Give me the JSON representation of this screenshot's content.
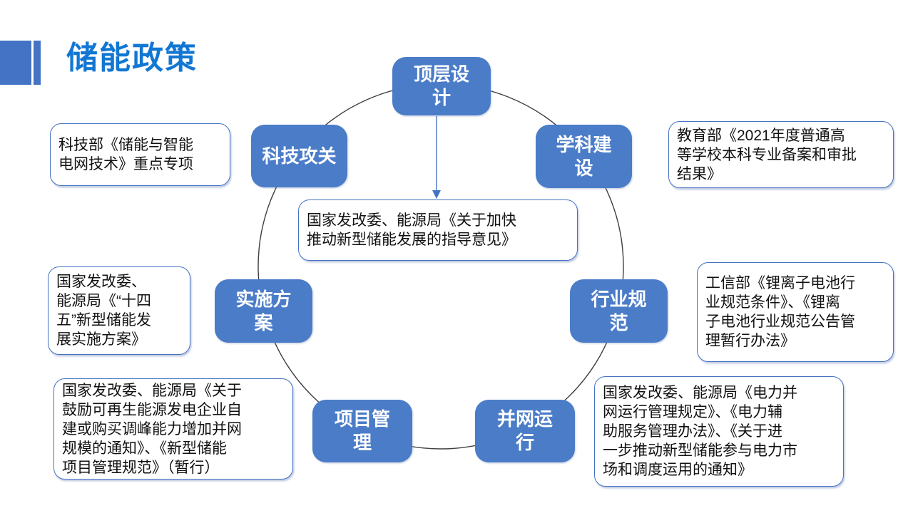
{
  "slide": {
    "title": "储能政策"
  },
  "colors": {
    "accent": "#4472c4",
    "title_text": "#1277d3",
    "node_fill": "#4b7cc8",
    "node_text": "#ffffff",
    "circle_stroke": "#3f3f3f",
    "callout_border": "#4472c4",
    "body_text": "#111111"
  },
  "center_box": {
    "text": "国家发改委、能源局《关于加快\n推动新型储能发展的指导意见》"
  },
  "nodes": [
    {
      "id": "top-level-design",
      "label": "顶层设\n计"
    },
    {
      "id": "science-tech-research",
      "label": "科技攻关"
    },
    {
      "id": "discipline-construction",
      "label": "学科建\n设"
    },
    {
      "id": "implementation-plan",
      "label": "实施方\n案"
    },
    {
      "id": "industry-standards",
      "label": "行业规\n范"
    },
    {
      "id": "project-management",
      "label": "项目管\n理"
    },
    {
      "id": "grid-operation",
      "label": "并网运\n行"
    }
  ],
  "callouts": [
    {
      "id": "science-tech",
      "text": "科技部《储能与智能\n电网技术》重点专项"
    },
    {
      "id": "education",
      "text": "教育部《2021年度普通高\n等学校本科专业备案和审批\n结果》"
    },
    {
      "id": "industry",
      "text": "工信部《锂离子电池行\n业规范条件》、《锂离\n子电池行业规范公告管\n理暂行办法》"
    },
    {
      "id": "implementation",
      "text": "国家发改委、\n能源局《“十四\n五”新型储能发\n展实施方案》"
    },
    {
      "id": "project",
      "text": "国家发改委、能源局《关于\n鼓励可再生能源发电企业自\n建或购买调峰能力增加并网\n规模的通知》、《新型储能\n项目管理规范》（暂行）"
    },
    {
      "id": "grid",
      "text": "国家发改委、能源局《电力并\n网运行管理规定》、《电力辅\n助服务管理办法》、《关于进\n一步推动新型储能参与电力市\n场和调度运用的通知》"
    }
  ]
}
